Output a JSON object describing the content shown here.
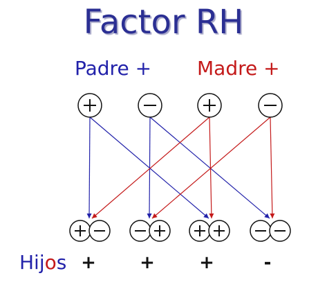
{
  "title": "Factor RH",
  "parents": {
    "father_label": "Padre +",
    "mother_label": "Madre +"
  },
  "children_label": {
    "part1": "Hij",
    "part2": "o",
    "part3": "s"
  },
  "alleles": {
    "positive_symbol": "+",
    "negative_symbol": "−"
  },
  "parent_alleles": [
    "+",
    "−",
    "+",
    "−"
  ],
  "child_pairs": [
    [
      "+",
      "−"
    ],
    [
      "−",
      "+"
    ],
    [
      "+",
      "+"
    ],
    [
      "−",
      "−"
    ]
  ],
  "child_results": [
    "+",
    "+",
    "+",
    "-"
  ],
  "colors": {
    "father": "#2222aa",
    "mother": "#c41a1a",
    "title": "#2b2f93"
  }
}
